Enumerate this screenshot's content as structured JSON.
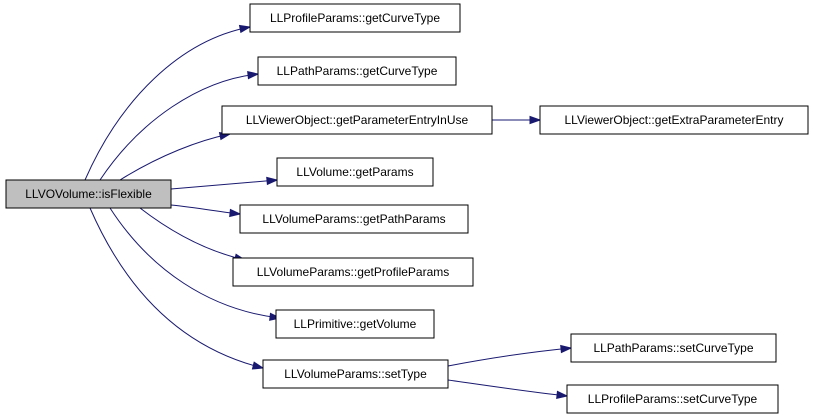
{
  "nodes": [
    {
      "id": "root",
      "label": "LLVOVolume::isFlexible",
      "highlighted": true
    },
    {
      "id": "n1",
      "label": "LLProfileParams::getCurveType"
    },
    {
      "id": "n2",
      "label": "LLPathParams::getCurveType"
    },
    {
      "id": "n3",
      "label": "LLViewerObject::getParameterEntryInUse"
    },
    {
      "id": "n4",
      "label": "LLViewerObject::getExtraParameterEntry"
    },
    {
      "id": "n5",
      "label": "LLVolume::getParams"
    },
    {
      "id": "n6",
      "label": "LLVolumeParams::getPathParams"
    },
    {
      "id": "n7",
      "label": "LLVolumeParams::getProfileParams"
    },
    {
      "id": "n8",
      "label": "LLPrimitive::getVolume"
    },
    {
      "id": "n9",
      "label": "LLVolumeParams::setType"
    },
    {
      "id": "n10",
      "label": "LLPathParams::setCurveType"
    },
    {
      "id": "n11",
      "label": "LLProfileParams::setCurveType"
    }
  ],
  "edges": [
    {
      "from": "root",
      "to": "n1"
    },
    {
      "from": "root",
      "to": "n2"
    },
    {
      "from": "root",
      "to": "n3"
    },
    {
      "from": "n3",
      "to": "n4"
    },
    {
      "from": "root",
      "to": "n5"
    },
    {
      "from": "root",
      "to": "n6"
    },
    {
      "from": "root",
      "to": "n7"
    },
    {
      "from": "root",
      "to": "n8"
    },
    {
      "from": "root",
      "to": "n9"
    },
    {
      "from": "n9",
      "to": "n10"
    },
    {
      "from": "n9",
      "to": "n11"
    }
  ],
  "colors": {
    "edge": "#191970",
    "node_fill": "#ffffff",
    "highlight_fill": "#bfbfbf",
    "border": "#000000"
  }
}
